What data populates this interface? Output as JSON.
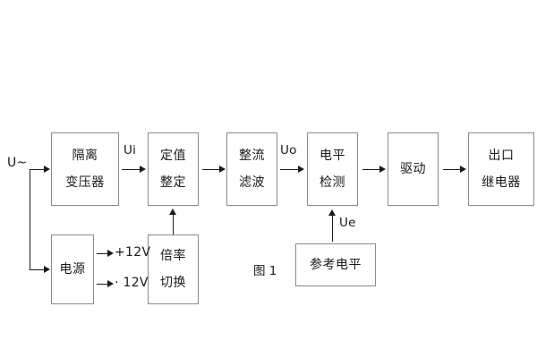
{
  "figure": {
    "caption": "图 1",
    "line_color": "#1a1a1a",
    "box_border_color": "#8a8a8a",
    "background": "#ffffff"
  },
  "blocks": [
    {
      "id": "isolation-transformer",
      "line1": "隔离",
      "line2": "变压器"
    },
    {
      "id": "setting-value",
      "line1": "定值",
      "line2": "整定"
    },
    {
      "id": "rectify-filter",
      "line1": "整流",
      "line2": "滤波"
    },
    {
      "id": "level-detection",
      "line1": "电平",
      "line2": "检测"
    },
    {
      "id": "drive",
      "line1": "驱动",
      "line2": ""
    },
    {
      "id": "output-relay",
      "line1": "出口",
      "line2": "继电器"
    },
    {
      "id": "power-supply",
      "line1": "电源",
      "line2": ""
    },
    {
      "id": "multiplier-switch",
      "line1": "倍率",
      "line2": "切换"
    },
    {
      "id": "reference-level",
      "line1": "参考电平",
      "line2": ""
    }
  ],
  "labels": {
    "input_voltage": "U~",
    "ui": "Ui",
    "uo": "Uo",
    "ue": "Ue",
    "rail_positive": "+12V",
    "rail_negative": "· 12V"
  }
}
